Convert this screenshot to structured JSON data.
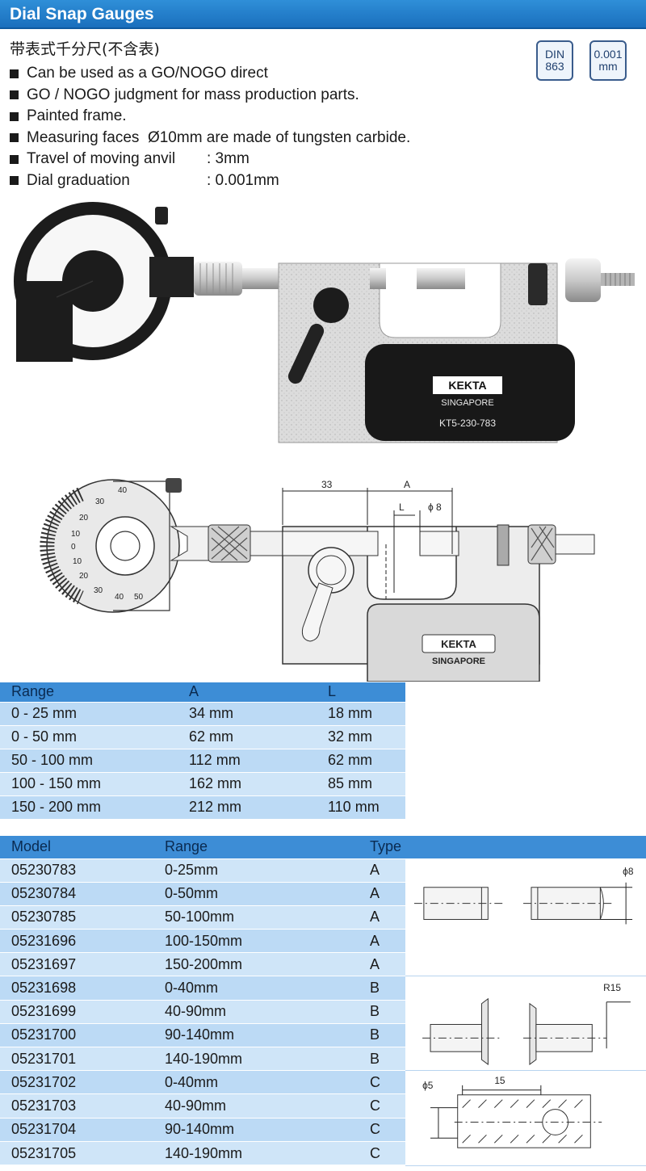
{
  "header": {
    "title": "Dial Snap Gauges"
  },
  "badges": [
    {
      "line1": "DIN",
      "line2": "863"
    },
    {
      "line1": "0.001",
      "line2": "mm"
    }
  ],
  "subtitle": "带表式千分尺(不含表)",
  "features": [
    {
      "text": "Can be used as a GO/NOGO direct",
      "value": ""
    },
    {
      "text": "GO / NOGO judgment for mass production parts.",
      "value": ""
    },
    {
      "text": "Painted frame.",
      "value": ""
    },
    {
      "text": "Measuring faces  Ø10mm are made of tungsten carbide.",
      "value": ""
    },
    {
      "text": "Travel of moving anvil",
      "value": ": 3mm"
    },
    {
      "text": "Dial graduation",
      "value": ": 0.001mm"
    }
  ],
  "photo": {
    "brand": "KEKTA",
    "brand_sub": "SINGAPORE",
    "model_code": "KT5-230-783"
  },
  "drawing": {
    "dim_33": "33",
    "dim_a": "A",
    "dim_l": "L",
    "dim_phi8": "ϕ 8",
    "brand": "KEKTA",
    "brand_sub": "SINGAPORE",
    "dial_numbers": [
      "40",
      "30",
      "20",
      "10",
      "0",
      "10",
      "20",
      "30",
      "40",
      "50"
    ]
  },
  "range_table": {
    "headers": [
      "Range",
      "A",
      "L"
    ],
    "rows": [
      [
        "0 - 25 mm",
        "34 mm",
        "18 mm"
      ],
      [
        "0 - 50 mm",
        "62 mm",
        "32 mm"
      ],
      [
        "50 - 100 mm",
        "112 mm",
        "62 mm"
      ],
      [
        "100 - 150 mm",
        "162 mm",
        "85 mm"
      ],
      [
        "150 - 200 mm",
        "212 mm",
        "110 mm"
      ]
    ]
  },
  "model_table": {
    "headers": [
      "Model",
      "Range",
      "Type"
    ],
    "rows": [
      [
        "05230783",
        "0-25mm",
        "A"
      ],
      [
        "05230784",
        "0-50mm",
        "A"
      ],
      [
        "05230785",
        "50-100mm",
        "A"
      ],
      [
        "05231696",
        "100-150mm",
        "A"
      ],
      [
        "05231697",
        "150-200mm",
        "A"
      ],
      [
        "05231698",
        "0-40mm",
        "B"
      ],
      [
        "05231699",
        "40-90mm",
        "B"
      ],
      [
        "05231700",
        "90-140mm",
        "B"
      ],
      [
        "05231701",
        "140-190mm",
        "B"
      ],
      [
        "05231702",
        "0-40mm",
        "C"
      ],
      [
        "05231703",
        "40-90mm",
        "C"
      ],
      [
        "05231704",
        "90-140mm",
        "C"
      ],
      [
        "05231705",
        "140-190mm",
        "C"
      ]
    ]
  },
  "type_diagrams": {
    "a_label": "ϕ8",
    "b_label": "R15",
    "c_label_phi": "ϕ5",
    "c_label_len": "15"
  },
  "colors": {
    "title_bar": "#1f7acb",
    "table_header": "#3d8dd6",
    "table_row": "#cfe5f8"
  }
}
